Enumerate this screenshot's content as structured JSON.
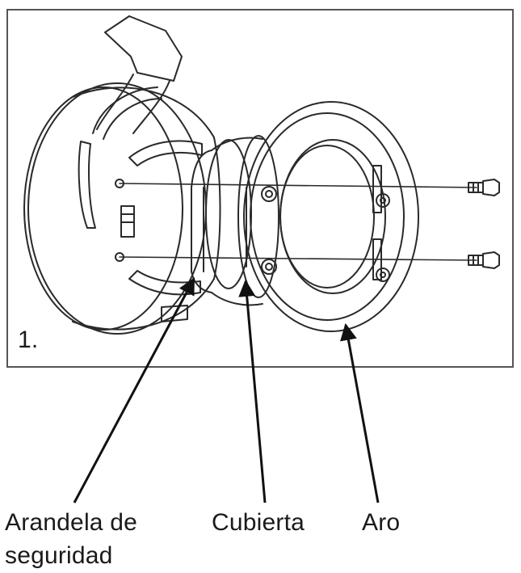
{
  "diagram": {
    "step_number": "1.",
    "labels": {
      "arandela_line1": "Arandela de",
      "arandela_line2": "seguridad",
      "cubierta": "Cubierta",
      "aro": "Aro"
    },
    "colors": {
      "line": "#2a2a2a",
      "frame": "#555555",
      "background": "#ffffff",
      "text": "#1a1a1a"
    }
  }
}
